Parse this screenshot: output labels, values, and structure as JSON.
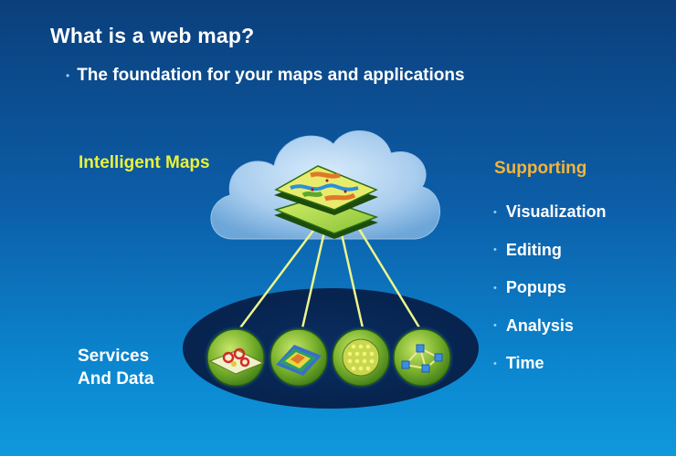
{
  "slide": {
    "title": "What is a web map?",
    "subtitle": "The foundation for your maps and applications",
    "intelligent_maps_label": "Intelligent Maps",
    "services_label_line1": "Services",
    "services_label_line2": "And Data",
    "supporting_heading": "Supporting",
    "supporting_items": [
      "Visualization",
      "Editing",
      "Popups",
      "Analysis",
      "Time"
    ]
  },
  "colors": {
    "background_top": "#0b3f7c",
    "background_bottom": "#0f98dc",
    "intelligent_maps": "#e8f13c",
    "supporting": "#f4b43a",
    "connector_lines": "#eef58a",
    "service_circle": "#7bb32e"
  },
  "icons": [
    "cloud-icon",
    "map-layers-icon",
    "map-points-service-icon",
    "raster-service-icon",
    "grid-points-service-icon",
    "network-service-icon"
  ]
}
